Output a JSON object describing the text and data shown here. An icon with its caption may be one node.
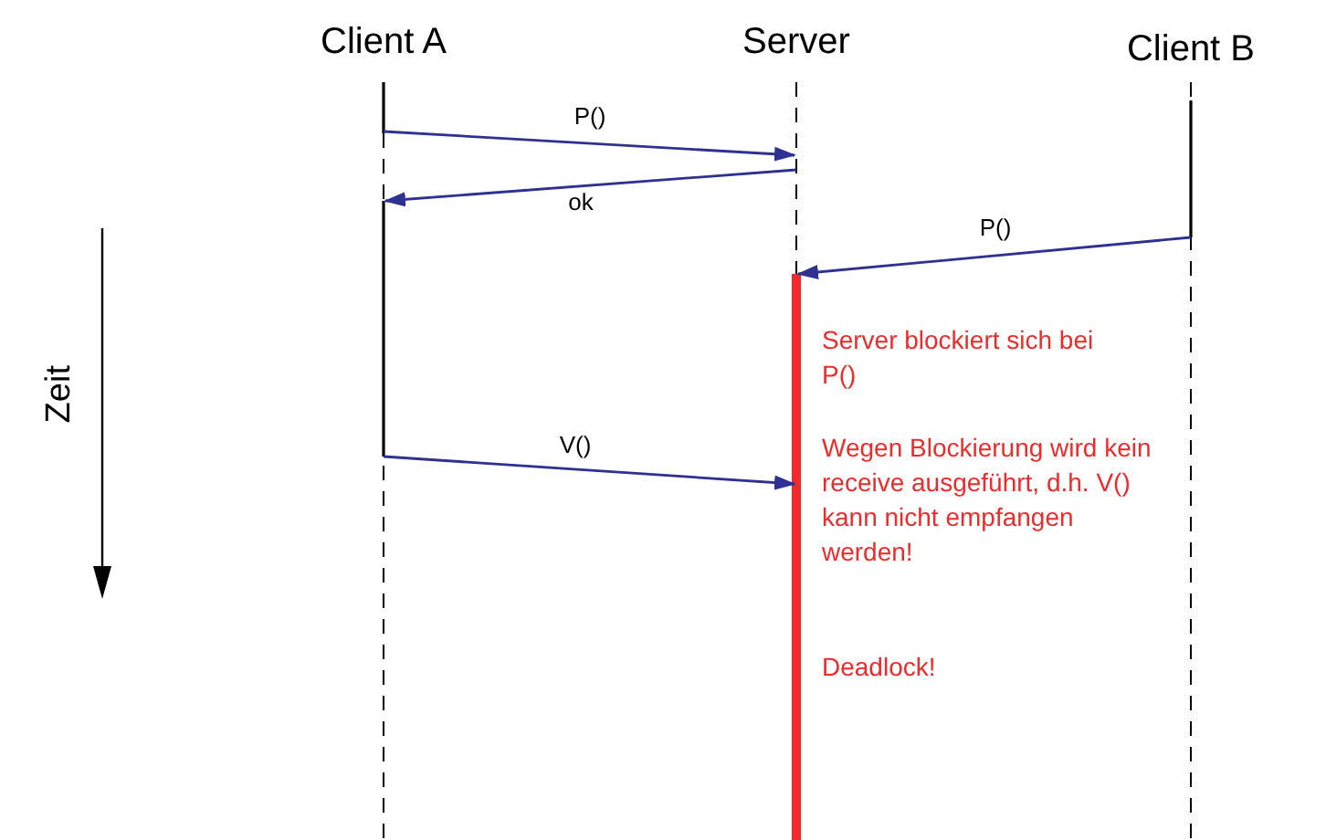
{
  "diagram": {
    "nodes": [
      {
        "text": [
          "Client A"
        ]
      },
      {
        "text": [
          "Server"
        ]
      },
      {
        "text": [
          "Client B"
        ]
      }
    ],
    "edges": [
      {
        "from": 0,
        "to": 1,
        "arrow": "to",
        "label": "P()"
      },
      {
        "from": 1,
        "to": 0,
        "arrow": "to",
        "label": "ok"
      },
      {
        "from": 2,
        "to": 1,
        "arrow": "to",
        "label": "P()"
      },
      {
        "from": 0,
        "to": 1,
        "arrow": "to",
        "label": "V()"
      }
    ],
    "labels": [
      "Zeit",
      "Server blockiert sich bei P()",
      "Wegen Blockierung wird kein receive ausgeführt, d.h. V() kann nicht empfangen werden!",
      "Deadlock!"
    ]
  }
}
